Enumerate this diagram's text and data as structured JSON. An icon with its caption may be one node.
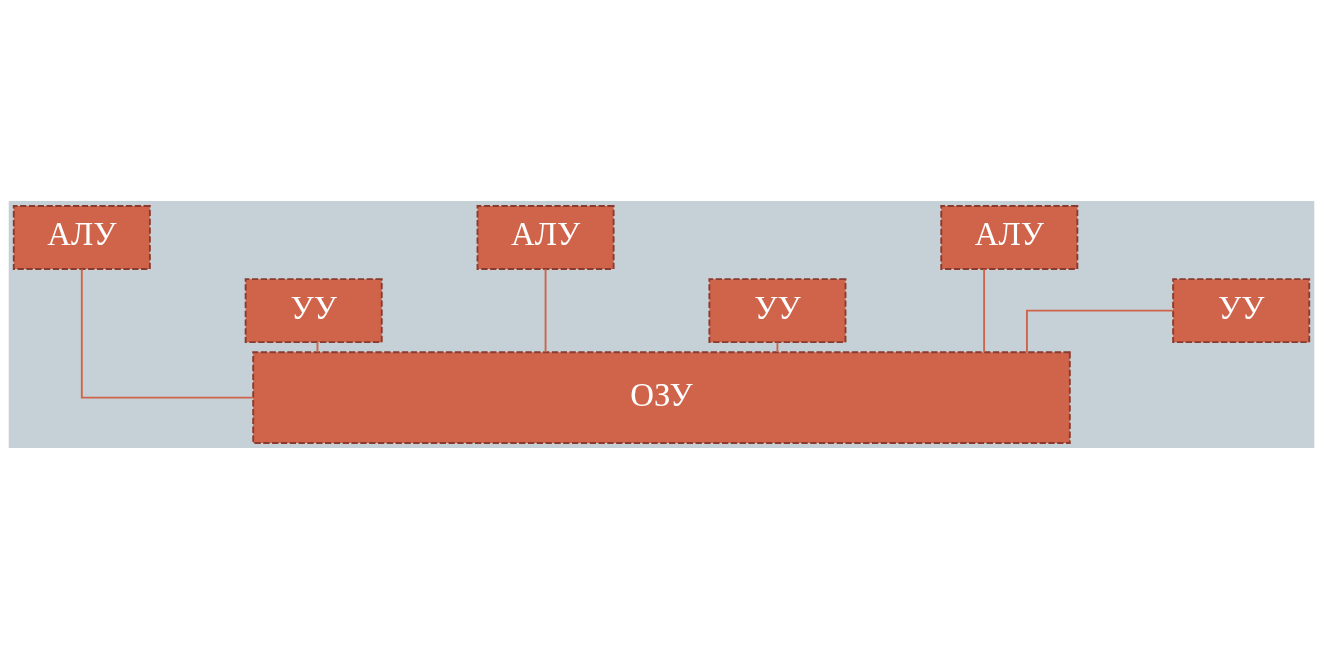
{
  "diagram": {
    "nodes": [
      {
        "text": [
          "АЛУ"
        ]
      },
      {
        "text": [
          "УУ"
        ]
      },
      {
        "text": [
          "АЛУ"
        ]
      },
      {
        "text": [
          "УУ"
        ]
      },
      {
        "text": [
          "АЛУ"
        ]
      },
      {
        "text": [
          "УУ"
        ]
      },
      {
        "text": [
          "ОЗУ"
        ]
      }
    ],
    "edges": [
      {
        "from": 0,
        "to": 6,
        "arrow": "none"
      },
      {
        "from": 1,
        "to": 6,
        "arrow": "none"
      },
      {
        "from": 2,
        "to": 6,
        "arrow": "none"
      },
      {
        "from": 3,
        "to": 6,
        "arrow": "none"
      },
      {
        "from": 4,
        "to": 6,
        "arrow": "none"
      },
      {
        "from": 5,
        "to": 6,
        "arrow": "none"
      }
    ]
  }
}
